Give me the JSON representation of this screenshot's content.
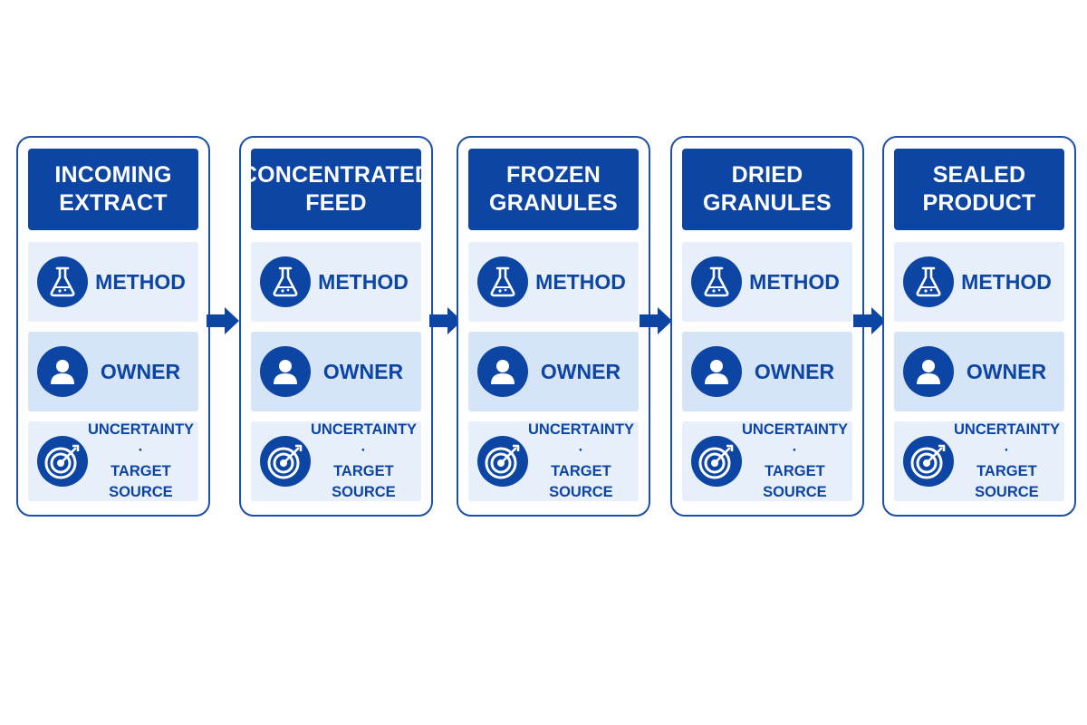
{
  "stages": [
    {
      "title": "INCOMING\nEXTRACT",
      "method": "METHOD",
      "owner": "OWNER",
      "target": "UNCERTAINTY ·\nTARGET SOURCE"
    },
    {
      "title": "CONCENTRATED\nFEED",
      "method": "METHOD",
      "owner": "OWNER",
      "target": "UNCERTAINTY ·\nTARGET SOURCE"
    },
    {
      "title": "FROZEN\nGRANULES",
      "method": "METHOD",
      "owner": "OWNER",
      "target": "UNCERTAINTY ·\nTARGET SOURCE"
    },
    {
      "title": "DRIED\nGRANULES",
      "method": "METHOD",
      "owner": "OWNER",
      "target": "UNCERTAINTY ·\nTARGET SOURCE"
    },
    {
      "title": "SEALED\nPRODUCT",
      "method": "METHOD",
      "owner": "OWNER",
      "target": "UNCERTAINTY ·\nTARGET SOURCE"
    }
  ],
  "icons": {
    "method": "flask-icon",
    "owner": "person-icon",
    "target": "target-icon",
    "connector": "arrow-right-icon"
  },
  "colors": {
    "primary": "#0d45a4",
    "border": "#1d4fa8",
    "row_light": "#e7effb",
    "row_mid": "#d6e4f7",
    "background": "#ffffff"
  }
}
